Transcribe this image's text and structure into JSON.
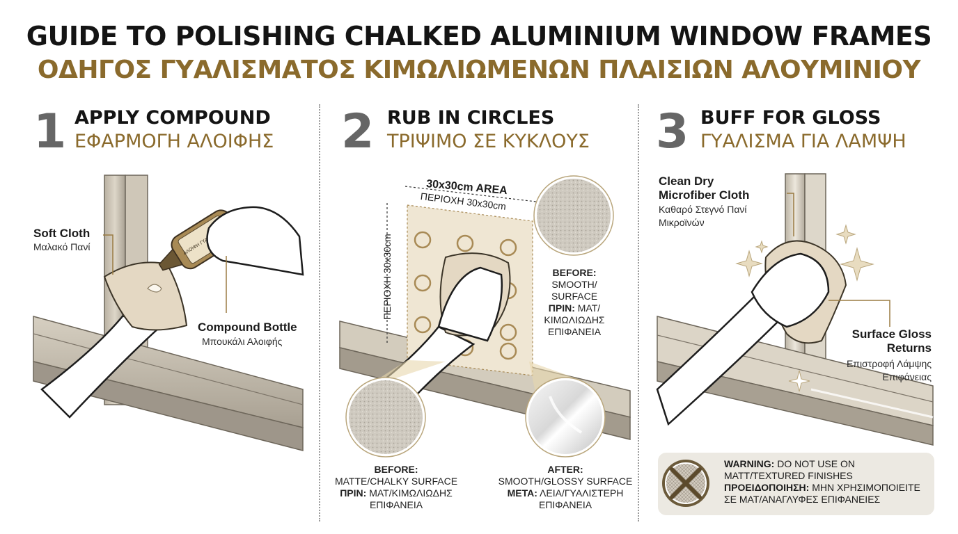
{
  "title": {
    "en": "GUIDE TO POLISHING CHALKED ALUMINIUM WINDOW FRAMES",
    "gr": "ΟΔΗΓΟΣ ΓΥΑΛΙΣΜΑΤΟΣ ΚΙΜΩΛΙΩΜΕΝΩΝ ΠΛΑΙΣΙΩΝ ΑΛΟΥΜΙΝΙΟΥ"
  },
  "steps": [
    {
      "number": "1",
      "title_en": "APPLY COMPOUND",
      "title_gr": "ΕΦΑΡΜΟΓΗ ΑΛΟΙΦΗΣ",
      "labels": [
        {
          "en": "Soft Cloth",
          "gr": "Μαλακό Πανί"
        },
        {
          "en": "Compound Bottle",
          "gr": "Μπουκάλι Αλοιφής"
        }
      ]
    },
    {
      "number": "2",
      "title_en": "RUB IN CIRCLES",
      "title_gr": "ΤΡΙΨΙΜΟ ΣΕ ΚΥΚΛΟΥΣ",
      "area_en": "30x30cm AREA",
      "area_gr": "ΠΕΡΙΟΧΗ 30x30cm",
      "area_side": "ΠΕΡΙΟΧΗ 30x30cm",
      "before_top": {
        "label": "BEFORE:",
        "en": "SMOOTH/ SURFACE",
        "label_gr": "ΠΡΙΝ:",
        "gr": "ΜΑΤ/ ΚΙΜΩΛΙΩΔΗΣ ΕΠΙΦΑΝΕΙΑ"
      },
      "before": {
        "label": "BEFORE:",
        "en": "MATTE/CHALKY SURFACE",
        "label_gr": "ΠΡΙΝ:",
        "gr": "ΜΑΤ/ΚΙΜΩΛΙΩΔΗΣ ΕΠΙΦΑΝΕΙΑ"
      },
      "after": {
        "label": "AFTER:",
        "en": "SMOOTH/GLOSSY SURFACE",
        "label_gr": "ΜΕΤΑ:",
        "gr": "ΛΕΙΑ/ΓΥΑΛΙΣΤΕΡΗ ΕΠΙΦΑΝΕΙΑ"
      }
    },
    {
      "number": "3",
      "title_en": "BUFF FOR GLOSS",
      "title_gr": "ΓΥΑΛΙΣΜΑ ΓΙΑ ΛΑΜΨΗ",
      "labels": [
        {
          "en": "Clean Dry Microfiber Cloth",
          "gr": "Καθαρό Στεγνό Πανί Μικροϊνών"
        },
        {
          "en": "Surface Gloss Returns",
          "gr": "Επιστροφή Λάμψης Επιφάνειας"
        }
      ]
    }
  ],
  "bottle_label": "ΑΛΟΙΦΗ ΓΥΑΛΙΣΜΑΤΟΣ",
  "warning": {
    "label_en": "WARNING:",
    "en": "DO NOT USE ON MATT/TEXTURED FINISHES",
    "label_gr": "ΠΡΟΕΙΔΟΠΟΙΗΣΗ:",
    "gr": "ΜΗΝ ΧΡΗΣΙΜΟΠΟΙΕΙΤΕ ΣΕ ΜΑΤ/ΑΝΑΓΛΥΦΕΣ ΕΠΙΦΑΝΕΙΕΣ"
  },
  "colors": {
    "gold": "#8a6a2c",
    "frame": "#c9c1b3",
    "cloth": "#e4d8c3",
    "panel": "#ece9e2"
  },
  "icons": [
    "circular-arrows-icon",
    "sparkle-icon",
    "warning-cross-icon"
  ]
}
